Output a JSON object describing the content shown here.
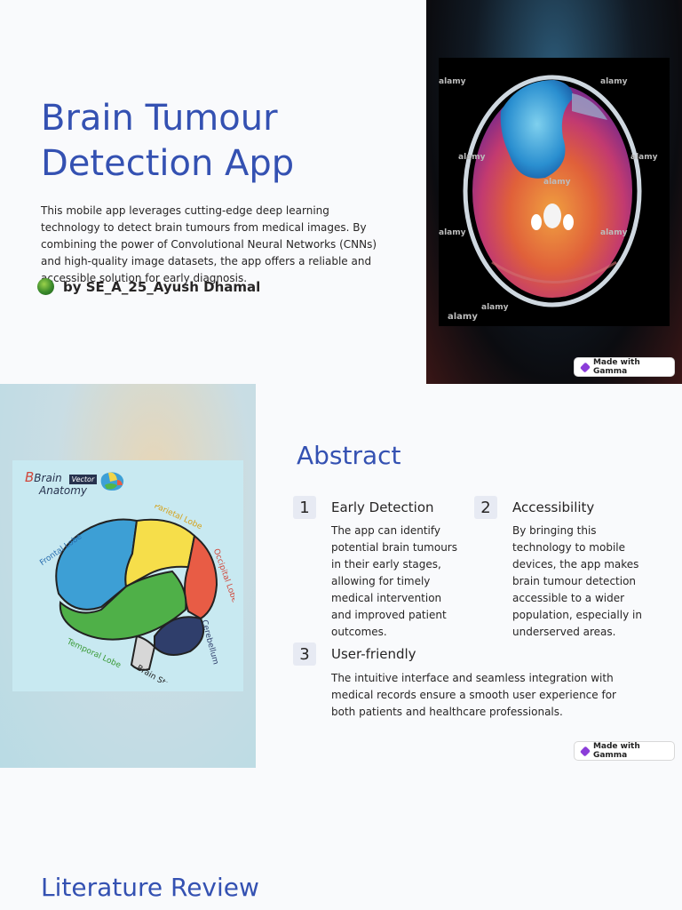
{
  "hero": {
    "title": "Brain Tumour Detection App",
    "description": " This mobile app leverages cutting-edge deep learning technology to detect brain tumours from medical images. By combining the power of Convolutional Neural Networks (CNNs) and high-quality image datasets, the app offers a reliable and accessible solution for early diagnosis.",
    "author": "by SE_A_25_Ayush Dhamal",
    "image_watermark": "alamy"
  },
  "gamma_badge": "Made with Gamma",
  "brain_image": {
    "heading_line1": "Brain",
    "heading_badge": "Vector",
    "heading_line2": "Anatomy",
    "lobes": [
      "Frontal Lobe",
      "Parietal Lobe",
      "Occipital Lobe",
      "Temporal Lobe",
      "Cerebellum",
      "Brain Stem"
    ]
  },
  "abstract": {
    "title": "Abstract",
    "items": [
      {
        "number": "1",
        "title": "Early Detection",
        "text": "The app can identify potential brain tumours in their early stages, allowing for timely medical intervention and improved patient outcomes."
      },
      {
        "number": "2",
        "title": "Accessibility",
        "text": "By bringing this technology to mobile devices, the app makes brain tumour detection accessible to a wider population, especially in underserved areas."
      },
      {
        "number": "3",
        "title": "User-friendly",
        "text": "The intuitive interface and seamless integration with medical records ensure a smooth user experience for both patients and healthcare professionals."
      }
    ]
  },
  "literature": {
    "title": "Literature Review"
  },
  "colors": {
    "accent": "#3451b2",
    "number_box": "#e7eaf3",
    "gamma_icon": "#8b3dd9"
  }
}
